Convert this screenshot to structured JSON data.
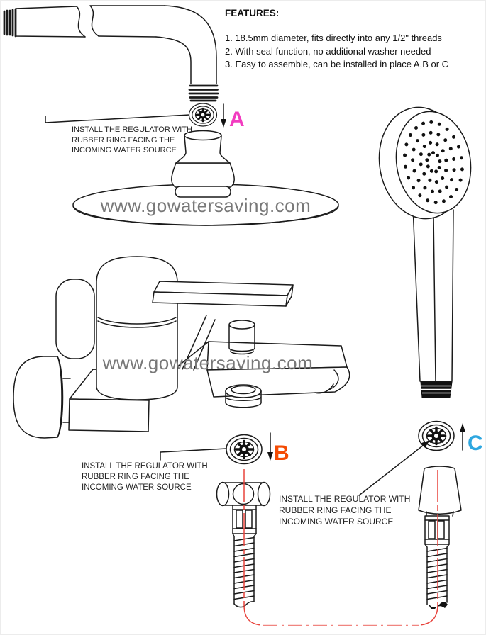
{
  "features": {
    "heading": "FEATURES:",
    "items": [
      "1. 18.5mm diameter, fits directly into any 1/2\" threads",
      "2. With seal function, no additional washer needed",
      "3. Easy to assemble, can be installed in place A,B or C"
    ]
  },
  "install_note": {
    "lines": [
      "INSTALL THE REGULATOR WITH",
      "RUBBER RING FACING THE",
      "INCOMING WATER SOURCE"
    ]
  },
  "labels": {
    "a": {
      "text": "A",
      "color": "#f23cc0"
    },
    "b": {
      "text": "B",
      "color": "#f44b03"
    },
    "c": {
      "text": "C",
      "color": "#2ea7e0"
    }
  },
  "watermark": {
    "text": "www.gowatersaving.com",
    "color": "#787878"
  },
  "colors": {
    "line_art": "#1a1a1a",
    "centerline_red": "#e8433c"
  }
}
